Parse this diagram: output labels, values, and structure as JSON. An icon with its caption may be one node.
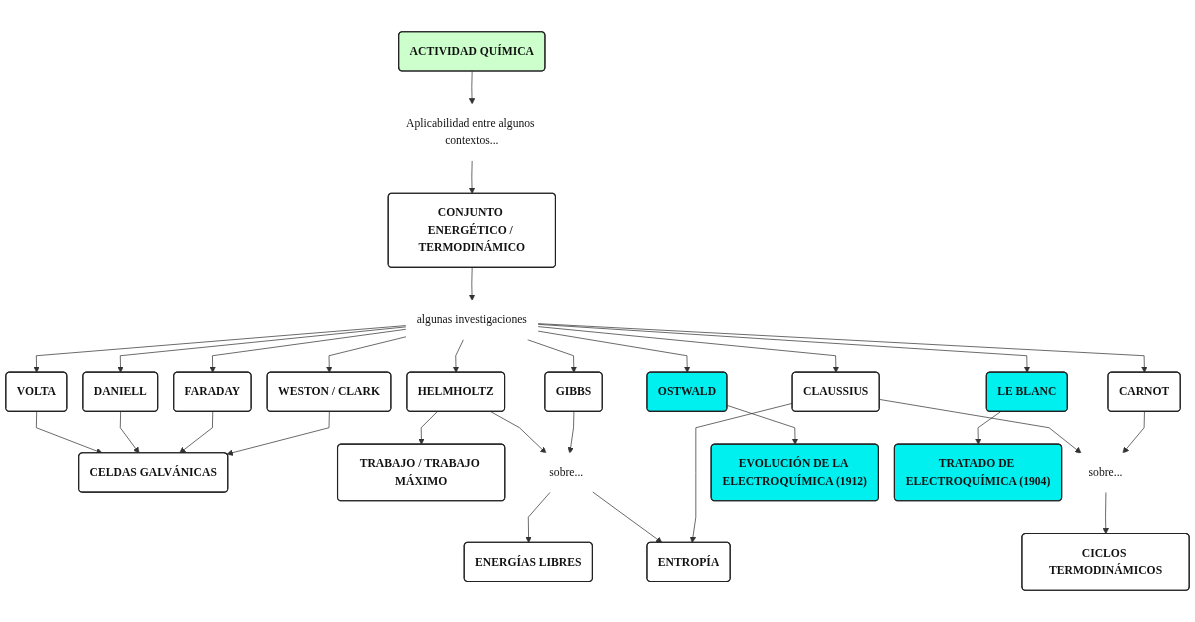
{
  "diagram": {
    "nodes": [
      {
        "text": [
          "ACTIVIDAD QUÍMICA"
        ]
      },
      {
        "text": [
          "Aplicabilidad entre algunos contextos..."
        ]
      },
      {
        "text": [
          "CONJUNTO ENERGÉTICO / TERMODINÁMICO"
        ]
      },
      {
        "text": [
          "VOLTA"
        ]
      },
      {
        "text": [
          "DANIELL"
        ]
      },
      {
        "text": [
          "FARADAY"
        ]
      },
      {
        "text": [
          "WESTON / CLARK"
        ]
      },
      {
        "text": [
          "CELDAS GALVÁNICAS"
        ]
      },
      {
        "text": [
          "algunas investigaciones"
        ]
      },
      {
        "text": [
          "HELMHOLTZ"
        ]
      },
      {
        "text": [
          "TRABAJO / TRABAJO MÁXIMO"
        ]
      },
      {
        "text": [
          "GIBBS"
        ]
      },
      {
        "text": [
          "sobre..."
        ]
      },
      {
        "text": [
          "ENERGÍAS LIBRES"
        ]
      },
      {
        "text": [
          "CARNOT"
        ]
      },
      {
        "text": [
          "CLAUSSIUS"
        ]
      },
      {
        "text": [
          "ENTROPÍA"
        ]
      },
      {
        "text": [
          "OSTWALD"
        ]
      },
      {
        "text": [
          "LE BLANC"
        ]
      },
      {
        "text": [
          "sobre..."
        ]
      },
      {
        "text": [
          "EVOLUCIÓN DE LA ELECTROQUÍMICA (1912)"
        ]
      },
      {
        "text": [
          "TRATADO DE ELECTROQUÍMICA (1904)"
        ]
      },
      {
        "text": [
          "CICLOS TERMODINÁMICOS"
        ]
      }
    ],
    "edges": [
      {
        "from": 0,
        "to": 1,
        "arrow": "to"
      },
      {
        "from": 1,
        "to": 2,
        "arrow": "to"
      },
      {
        "from": 2,
        "to": 8,
        "arrow": "to"
      },
      {
        "from": 8,
        "to": 3,
        "arrow": "to"
      },
      {
        "from": 8,
        "to": 4,
        "arrow": "to"
      },
      {
        "from": 8,
        "to": 5,
        "arrow": "to"
      },
      {
        "from": 8,
        "to": 6,
        "arrow": "to"
      },
      {
        "from": 3,
        "to": 7,
        "arrow": "to"
      },
      {
        "from": 4,
        "to": 7,
        "arrow": "to"
      },
      {
        "from": 5,
        "to": 7,
        "arrow": "to"
      },
      {
        "from": 6,
        "to": 7,
        "arrow": "to"
      },
      {
        "from": 8,
        "to": 9,
        "arrow": "to"
      },
      {
        "from": 8,
        "to": 11,
        "arrow": "to"
      },
      {
        "from": 8,
        "to": 14,
        "arrow": "to"
      },
      {
        "from": 8,
        "to": 15,
        "arrow": "to"
      },
      {
        "from": 8,
        "to": 17,
        "arrow": "to"
      },
      {
        "from": 8,
        "to": 18,
        "arrow": "to"
      },
      {
        "from": 9,
        "to": 10,
        "arrow": "to"
      },
      {
        "from": 9,
        "to": 12,
        "arrow": "to"
      },
      {
        "from": 11,
        "to": 12,
        "arrow": "to"
      },
      {
        "from": 12,
        "to": 13,
        "arrow": "to"
      },
      {
        "from": 12,
        "to": 16,
        "arrow": "to"
      },
      {
        "from": 15,
        "to": 16,
        "arrow": "to"
      },
      {
        "from": 15,
        "to": 19,
        "arrow": "to"
      },
      {
        "from": 14,
        "to": 19,
        "arrow": "to"
      },
      {
        "from": 19,
        "to": 22,
        "arrow": "to"
      },
      {
        "from": 17,
        "to": 20,
        "arrow": "to"
      },
      {
        "from": 18,
        "to": 21,
        "arrow": "to"
      }
    ]
  }
}
